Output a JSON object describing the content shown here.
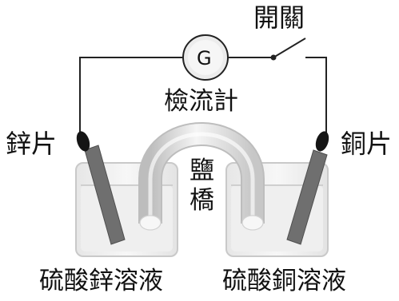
{
  "labels": {
    "switch": "開關",
    "galvanometer": "檢流計",
    "galvanometer_symbol": "G",
    "zinc_plate": "鋅片",
    "copper_plate": "銅片",
    "salt_bridge_line1": "鹽",
    "salt_bridge_line2": "橋",
    "zinc_solution": "硫酸鋅溶液",
    "copper_solution": "硫酸銅溶液"
  },
  "colors": {
    "wire": "#222222",
    "electrode": "#6f6f6f",
    "electrode_cap": "#151515",
    "beaker_glass": "#d9d9d9",
    "solution": "#eeeeee",
    "bridge": "#cfcfcf"
  }
}
